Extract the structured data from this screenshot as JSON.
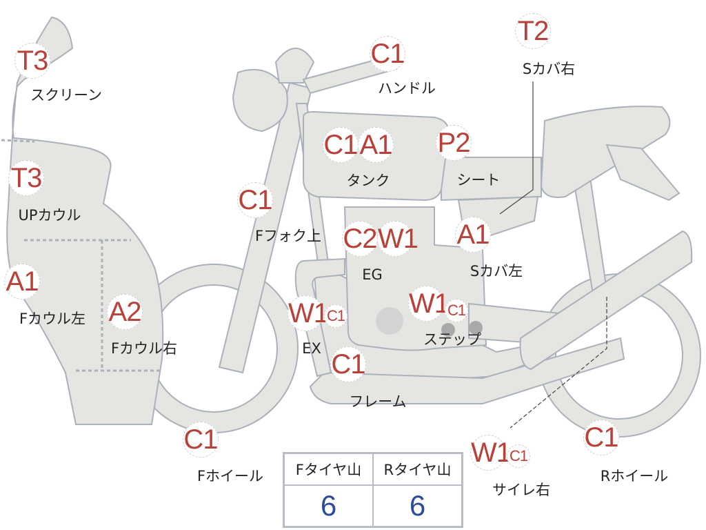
{
  "parts": [
    {
      "name": "screen",
      "label": "スクリーン",
      "codes": [
        "T3"
      ]
    },
    {
      "name": "up-cowl",
      "label": "UPカウル",
      "codes": [
        "T3"
      ]
    },
    {
      "name": "f-cowl-left",
      "label": "Fカウル左",
      "codes": [
        "A1"
      ]
    },
    {
      "name": "f-cowl-right",
      "label": "Fカウル右",
      "codes": [
        "A2"
      ]
    },
    {
      "name": "f-fork-upper",
      "label": "Fフォク上",
      "codes": [
        "C1"
      ]
    },
    {
      "name": "handle",
      "label": "ハンドル",
      "codes": [
        "C1"
      ]
    },
    {
      "name": "tank",
      "label": "タンク",
      "codes": [
        "C1",
        "A1"
      ]
    },
    {
      "name": "seat",
      "label": "シート",
      "codes": [
        "P2"
      ]
    },
    {
      "name": "side-cover-right",
      "label": "Sカバ右",
      "codes": [
        "T2"
      ]
    },
    {
      "name": "side-cover-left",
      "label": "Sカバ左",
      "codes": [
        "A1"
      ]
    },
    {
      "name": "engine",
      "label": "EG",
      "codes": [
        "C2",
        "W1"
      ]
    },
    {
      "name": "exhaust",
      "label": "EX",
      "codes": [
        "W1",
        "C1"
      ]
    },
    {
      "name": "step",
      "label": "ステップ",
      "codes": [
        "W1",
        "C1"
      ]
    },
    {
      "name": "frame",
      "label": "フレーム",
      "codes": [
        "C1"
      ]
    },
    {
      "name": "f-wheel",
      "label": "Fホイール",
      "codes": [
        "C1"
      ]
    },
    {
      "name": "silencer-right",
      "label": "サイレ右",
      "codes": [
        "W1",
        "C1"
      ]
    },
    {
      "name": "r-wheel",
      "label": "Rホイール",
      "codes": [
        "C1"
      ]
    }
  ],
  "tire_table": {
    "headers": [
      "Fタイヤ山",
      "Rタイヤ山"
    ],
    "values": [
      "6",
      "6"
    ]
  },
  "colors": {
    "grade": "#b8413a",
    "value": "#2b4a9c",
    "body": "#e5e5e2",
    "outline": "#aab1bb"
  }
}
